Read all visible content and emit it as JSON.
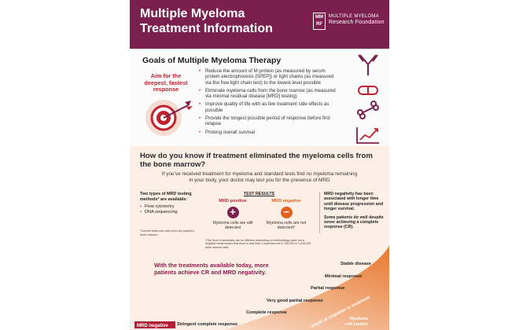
{
  "header": {
    "title_line1": "Multiple Myeloma",
    "title_line2": "Treatment Information",
    "logo_mark_top": "MM",
    "logo_mark_bottom": "RF",
    "org_line1": "MULTIPLE MYELOMA",
    "org_line2": "Research Foundation"
  },
  "goals": {
    "title": "Goals of Multiple Myeloma Therapy",
    "aim_line1": "Aim for the",
    "aim_line2": "deepest, fastest",
    "aim_line3": "response",
    "items": [
      "Reduce the amount of M protein (as measured by serum protein electrophoresis [SPEP]) or light chains (as measured via the free light chain test) to the lowest level possible",
      "Eliminate myeloma cells from the bone marrow (as measured via minimal residual disease [MRD] testing)",
      "Improve quality of life with as few treatment side effects as possible",
      "Provide the longest possible period of response before first relapse",
      "Prolong overall survival"
    ]
  },
  "mrd": {
    "question": "How do you know if treatment eliminated the myeloma cells from the bone marrow?",
    "intro": "If you’ve received treatment for myeloma and standard tests find no myeloma remaining in your body, your doctor may test you for the presence of MRD",
    "methods_lead": "Two types of MRD testing methods* are available:",
    "methods": [
      "Flow cytometry",
      "DNA sequencing"
    ],
    "methods_footnote": "*Current tests use cells from the patient’s bone marrow.",
    "results_title": "TEST RESULTS",
    "positive_label": "MRD positive",
    "positive_symbol": "+",
    "positive_text": "Myeloma cells are still detected",
    "negative_label": "MRD negative",
    "negative_symbol": "−",
    "negative_text": "Myeloma cells are not detected†",
    "results_footnote": "†The level of sensitivity can be different depending on methodology used, but a negative result means that there is less than 1 myeloma cell in 100,000 or 1,000,000 bone marrow cells.",
    "right_p1": "MRD negativity has been associated with longer time until disease progression and longer survival.",
    "right_p2": "Some patients do well despite never achieving a complete response (CR)."
  },
  "staircase": {
    "closing": "With the treatments available today, more patients achieve CR and MRD negativity.",
    "levels": [
      "MRD negative",
      "Stringent complete response",
      "Complete response",
      "Very good partial response",
      "Partial response",
      "Minimal response",
      "Stable disease"
    ],
    "arrow_label": "Depth of response to treatment",
    "burden_line1": "Myeloma",
    "burden_line2": "cell burden"
  },
  "colors": {
    "brand": "#7b1f4e",
    "accent_red": "#c0232f",
    "accent_orange": "#e0611e",
    "section_bg": "#fbefe6"
  }
}
